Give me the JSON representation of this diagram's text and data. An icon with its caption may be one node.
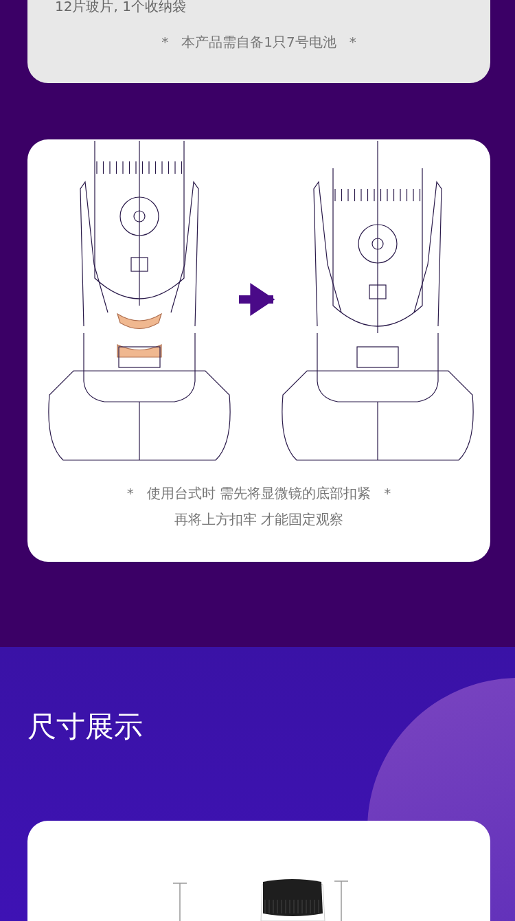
{
  "diagram": {
    "title": "尺寸展示",
    "nodes": [
      {
        "text": [],
        "shape": "picture"
      },
      {
        "text": [],
        "shape": "picture"
      },
      {
        "text": [],
        "shape": "picture"
      }
    ],
    "edges": [
      {
        "from": 0,
        "to": 1,
        "arrow": "to",
        "color": "#4a0a88"
      }
    ],
    "labels": [
      "12片玻片, 1个收纳袋",
      "*   本产品需自备1只7号电池   *",
      "*   使用台式时 需先将显微镜的底部扣紧   *",
      "再将上方扣牢 才能固定观察"
    ]
  }
}
